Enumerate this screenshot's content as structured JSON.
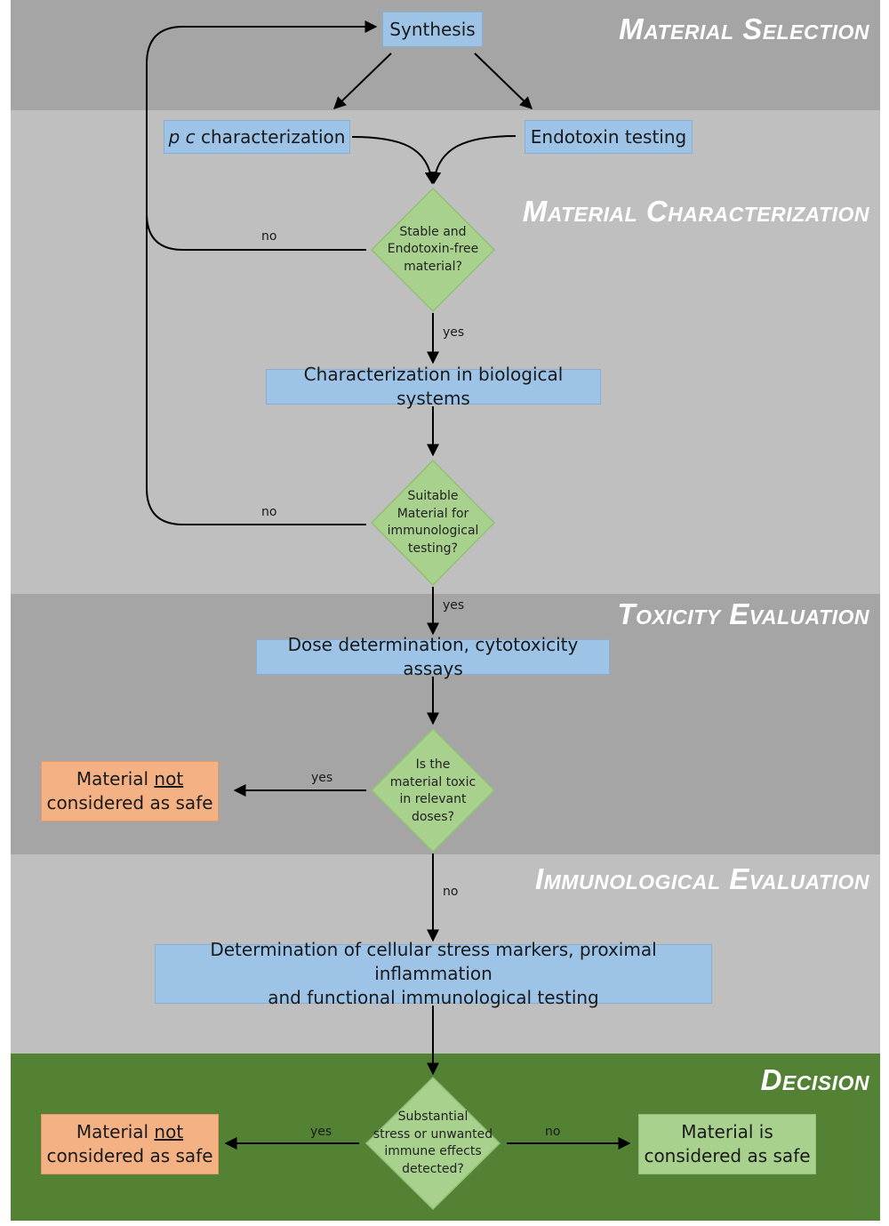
{
  "sections": {
    "material_selection": "Material Selection",
    "material_characterization": "Material Characterization",
    "toxicity_evaluation": "Toxicity Evaluation",
    "immunological_evaluation": "Immunological Evaluation",
    "decision": "Decision"
  },
  "colors": {
    "band_dark": "#a5a5a5",
    "band_light": "#bfbfbf",
    "band_decision": "#548235",
    "process_box": "#9dc3e6",
    "decision_diamond": "#a9d18e",
    "unsafe_box": "#f4b183",
    "safe_box": "#a9d18e"
  },
  "nodes": {
    "synthesis": "Synthesis",
    "pc_prefix": "p c",
    "pc_rest": " characterization",
    "endotoxin": "Endotoxin testing",
    "decision1": "Stable and\nEndotoxin-free\nmaterial?",
    "bio_characterization": "Characterization in biological systems",
    "decision2": "Suitable\nMaterial for\nimmunological\ntesting?",
    "dose": "Dose determination, cytotoxicity assays",
    "decision3": "Is the\nmaterial toxic\nin relevant\ndoses?",
    "unsafe1_a": "Material ",
    "unsafe1_b": "not",
    "unsafe1_c": "considered as safe",
    "stress_line1": "Determination of cellular stress markers, proximal inflammation",
    "stress_line2": "and functional immunological testing",
    "decision4": "Substantial\nstress or unwanted\nimmune effects\ndetected?",
    "unsafe2_a": "Material ",
    "unsafe2_b": "not",
    "unsafe2_c": "considered as safe",
    "safe_line1": "Material is",
    "safe_line2": "considered as safe"
  },
  "edge_labels": {
    "no1": "no",
    "yes1": "yes",
    "no2": "no",
    "yes2": "yes",
    "yes3": "yes",
    "no3": "no",
    "yes4": "yes",
    "no4": "no"
  }
}
